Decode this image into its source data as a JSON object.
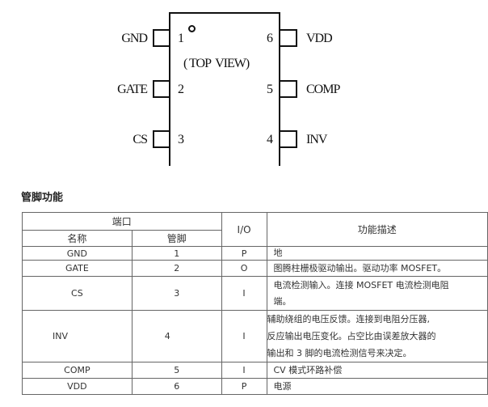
{
  "diagram": {
    "view_label": "( TOP  VIEW)",
    "pins_left": [
      {
        "name": "GND",
        "number": "1"
      },
      {
        "name": "GATE",
        "number": "2"
      },
      {
        "name": "CS",
        "number": "3"
      }
    ],
    "pins_right": [
      {
        "name": "VDD",
        "number": "6"
      },
      {
        "name": "COMP",
        "number": "5"
      },
      {
        "name": "INV",
        "number": "4"
      }
    ]
  },
  "section": {
    "title": "管脚功能"
  },
  "table": {
    "header": {
      "port": "端口",
      "name": "名称",
      "pin": "管脚",
      "io": "I/O",
      "function": "功能描述"
    },
    "rows": [
      {
        "name": "GND",
        "pin": "1",
        "io": "P",
        "desc": [
          "地"
        ]
      },
      {
        "name": "GATE",
        "pin": "2",
        "io": "O",
        "desc": [
          "图腾柱栅极驱动输出。驱动功率 MOSFET。"
        ]
      },
      {
        "name": "CS",
        "pin": "3",
        "io": "I",
        "desc": [
          "电流检测输入。连接 MOSFET 电流检测电阻",
          "端。"
        ]
      },
      {
        "name": "INV",
        "pin": "4",
        "io": "I",
        "desc": [
          "辅助绕组的电压反馈。连接到电阻分压器,",
          "反应输出电压变化。占空比由误差放大器的",
          "输出和 3 脚的电流检测信号来决定。"
        ]
      },
      {
        "name": "COMP",
        "pin": "5",
        "io": "I",
        "desc": [
          "CV 模式环路补偿"
        ]
      },
      {
        "name": "VDD",
        "pin": "6",
        "io": "P",
        "desc": [
          "电源"
        ]
      }
    ]
  }
}
